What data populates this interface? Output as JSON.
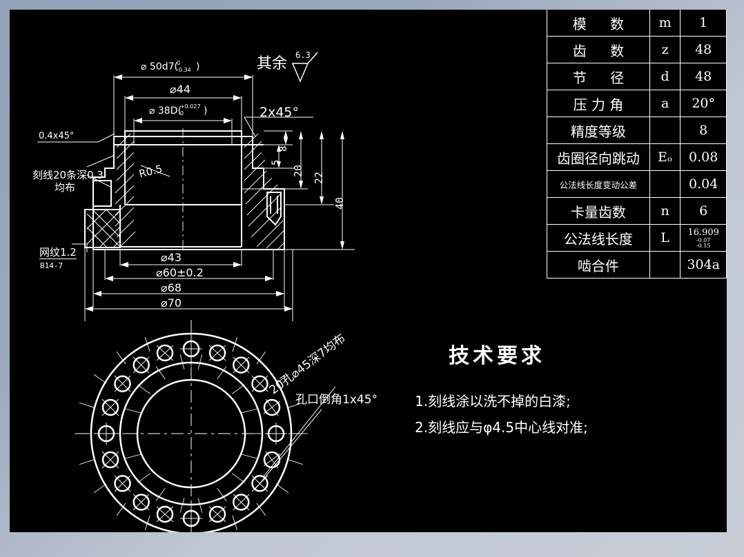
{
  "colors": {
    "frame": "#8b9bb4",
    "canvas_bg": "#000000",
    "ink": "#ffffff"
  },
  "param_table": {
    "rows": [
      {
        "name": "模  数",
        "symbol": "m",
        "value": "1",
        "spaced": true
      },
      {
        "name": "齿  数",
        "symbol": "z",
        "value": "48",
        "spaced": true
      },
      {
        "name": "节  径",
        "symbol": "d",
        "value": "48",
        "spaced": true
      },
      {
        "name": "压 力 角",
        "symbol": "a",
        "value": "20°",
        "spaced": false
      },
      {
        "name": "精度等级",
        "symbol": "",
        "value": "8",
        "spaced": false
      },
      {
        "name": "齿圈径向跳动",
        "symbol": "Eₒ",
        "value": "0.08",
        "spaced": false
      },
      {
        "name": "公法线长度变动公差",
        "symbol": "",
        "value": "0.04",
        "spaced": false,
        "small": true
      },
      {
        "name": "卡量齿数",
        "symbol": "n",
        "value": "6",
        "spaced": false
      },
      {
        "name": "公法线长度",
        "symbol": "L",
        "value": "16.909",
        "tol_upper": "-0.07",
        "tol_lower": "-0.15",
        "spaced": false
      },
      {
        "name": "啮合件",
        "symbol": "",
        "value": "304a",
        "spaced": false
      }
    ]
  },
  "tech_req": {
    "title": "技术要求",
    "items": [
      "1.刻线涂以洗不掉的白漆;",
      "2.刻线应与φ4.5中心线对准;"
    ]
  },
  "section_view": {
    "surface_note": "其余",
    "surface_value": "6.3",
    "dim_d50": "⌀ 50d7",
    "dim_d50_tol_upper": "0",
    "dim_d50_tol_lower": "-0.34",
    "dim_d44": "⌀44",
    "dim_d38": "⌀ 38D",
    "dim_d38_tol_upper": "+0.027",
    "dim_d38_tol_lower": "0",
    "chamfer_2x45": "2x45°",
    "chamfer_04x45": "0.4x45°",
    "knurl_note_l1": "刻线20条深0.3",
    "knurl_note_l2": "均布",
    "fillet_r05": "R0.5",
    "net_note_l1": "网纹1.2",
    "net_note_l2": "B14-7",
    "v_dims": [
      "5",
      "8",
      "20",
      "22",
      "40"
    ],
    "bottom_dims": [
      "⌀43",
      "⌀60±0.2",
      "⌀68",
      "⌀70"
    ]
  },
  "plan_view": {
    "hole_note_l1": "20孔⌀45深7均布",
    "hole_note_l2": "孔口倒角1x45°",
    "hole_count": 20
  }
}
